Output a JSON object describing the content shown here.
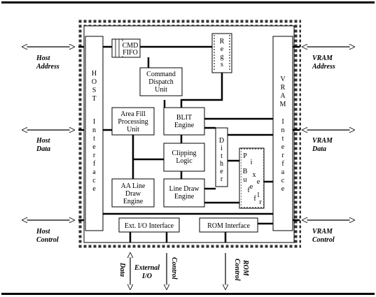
{
  "diagram": {
    "blocks": {
      "cmd_fifo": [
        "CMD",
        "FIFO"
      ],
      "regs": [
        "R",
        "e",
        "g",
        "s"
      ],
      "command_dispatch": [
        "Command",
        "Dispatch",
        "Unit"
      ],
      "area_fill": [
        "Area Fill",
        "Processing",
        "Unit"
      ],
      "blit": [
        "BLIT",
        "Engine"
      ],
      "clipping": [
        "Clipping",
        "Logic"
      ],
      "aa_line": [
        "AA Line",
        "Draw",
        "Engine"
      ],
      "line_draw": [
        "Line Draw",
        "Engine"
      ],
      "dither": [
        "D",
        "i",
        "t",
        "h",
        "e",
        "r"
      ],
      "pixel_buffer_left": [
        "P",
        "i",
        "x",
        "e",
        "l"
      ],
      "pixel_buffer_right": [
        "B",
        "u",
        "f",
        "f",
        "e",
        "r"
      ],
      "host_interface": [
        "H",
        "O",
        "S",
        "T",
        "I",
        "n",
        "t",
        "e",
        "r",
        "f",
        "a",
        "c",
        "e"
      ],
      "vram_interface": [
        "V",
        "R",
        "A",
        "M",
        "I",
        "n",
        "t",
        "e",
        "r",
        "f",
        "a",
        "c",
        "e"
      ],
      "ext_io_interface": "Ext. I/O Interface",
      "rom_interface": "ROM Interface"
    },
    "external_labels": {
      "host_address": [
        "Host",
        "Address"
      ],
      "host_data": [
        "Host",
        "Data"
      ],
      "host_control": [
        "Host",
        "Control"
      ],
      "vram_address": [
        "VRAM",
        "Address"
      ],
      "vram_data": [
        "VRAM",
        "Data"
      ],
      "vram_control": [
        "VRAM",
        "Control"
      ],
      "data": "Data",
      "external_io": [
        "External",
        "I/O"
      ],
      "control": "Control",
      "rom_control": [
        "ROM",
        "Control"
      ]
    }
  }
}
